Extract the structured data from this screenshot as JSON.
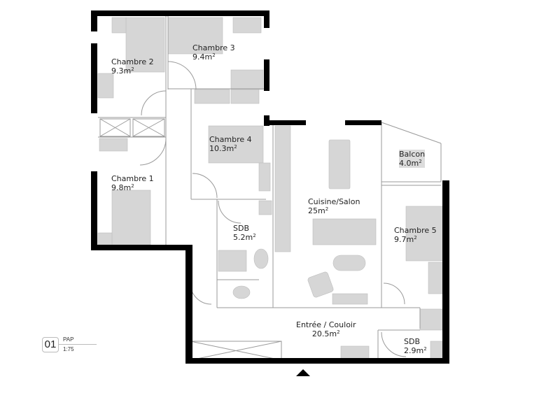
{
  "plan": {
    "sheet_number": "01",
    "title": "PAP",
    "scale": "1:75",
    "entrance_marker": "triangle-up",
    "colors": {
      "wall": "#000000",
      "partition": "#9a9a9a",
      "furniture": "#d6d6d6",
      "background": "#ffffff",
      "text": "#222222"
    }
  },
  "rooms": [
    {
      "name": "Chambre 3",
      "area": "9.4",
      "unit": "m",
      "exp": "2"
    },
    {
      "name": "Chambre 2",
      "area": "9.3",
      "unit": "m",
      "exp": "2"
    },
    {
      "name": "Chambre 4",
      "area": "10.3",
      "unit": "m",
      "exp": "2"
    },
    {
      "name": "Chambre 1",
      "area": "9.8",
      "unit": "m",
      "exp": "2"
    },
    {
      "name": "Balcon",
      "area": "4.0",
      "unit": "m",
      "exp": "2"
    },
    {
      "name": "Cuisine/Salon",
      "area": "25",
      "unit": "m",
      "exp": "2"
    },
    {
      "name": "SDB",
      "area": "5.2",
      "unit": "m",
      "exp": "2"
    },
    {
      "name": "Chambre 5",
      "area": "9.7",
      "unit": "m",
      "exp": "2"
    },
    {
      "name": "Entrée / Couloir",
      "area": "20.5",
      "unit": "m",
      "exp": "2"
    },
    {
      "name": "SDB",
      "area": "2.9",
      "unit": "m",
      "exp": "2"
    }
  ]
}
